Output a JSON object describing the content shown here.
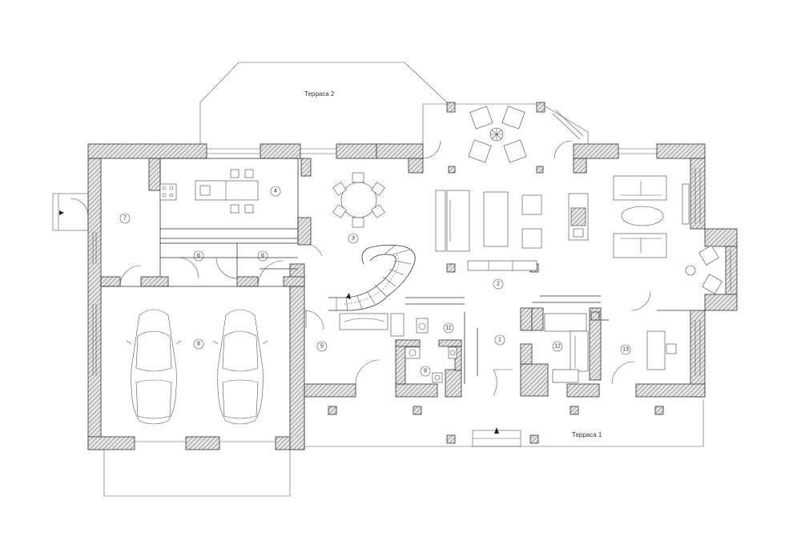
{
  "plan": {
    "terrace_top_label": "Терраса 2",
    "terrace_bottom_label": "Терраса 1",
    "rooms": [
      {
        "id": "room-1",
        "number": "1"
      },
      {
        "id": "room-2",
        "number": "2"
      },
      {
        "id": "room-3",
        "number": "3"
      },
      {
        "id": "room-4",
        "number": "4"
      },
      {
        "id": "room-5",
        "number": "5"
      },
      {
        "id": "room-6a",
        "number": "6"
      },
      {
        "id": "room-6b",
        "number": "6"
      },
      {
        "id": "room-7",
        "number": "7"
      },
      {
        "id": "room-8",
        "number": "8"
      },
      {
        "id": "room-9",
        "number": "9"
      },
      {
        "id": "room-11",
        "number": "11"
      },
      {
        "id": "room-12",
        "number": "12"
      },
      {
        "id": "room-13",
        "number": "13"
      }
    ]
  },
  "colors": {
    "wall_hatch": "#b0b0b0",
    "line": "#333333",
    "background": "#ffffff"
  }
}
